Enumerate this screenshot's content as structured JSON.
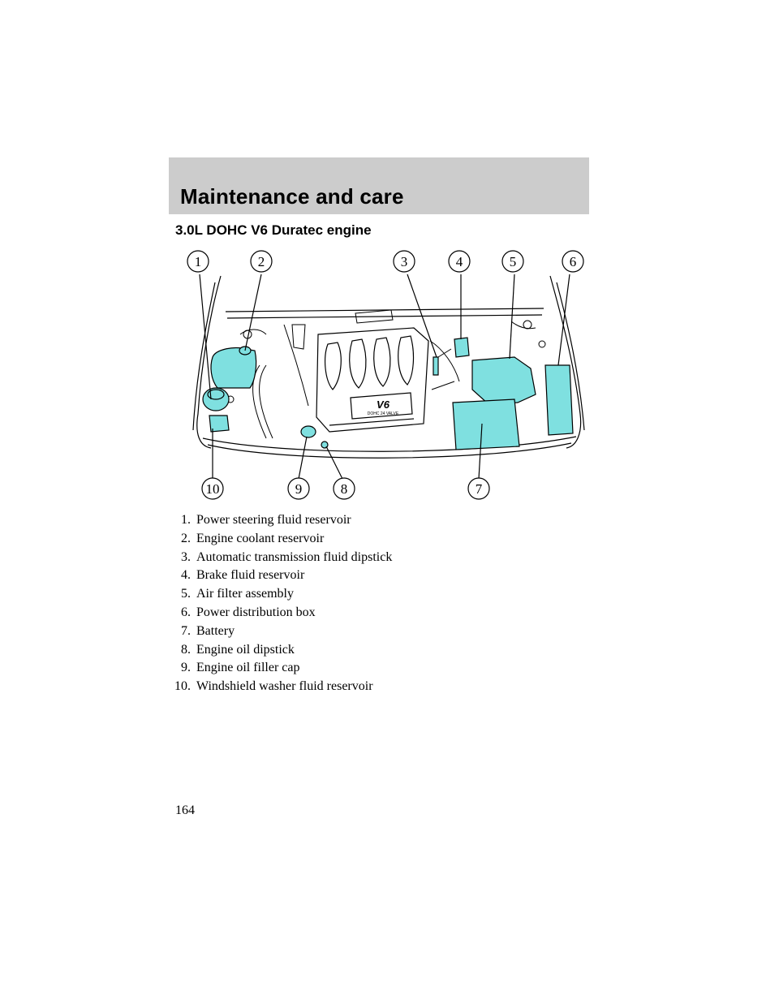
{
  "header": {
    "section_title": "Maintenance and care",
    "band_color": "#cccccc"
  },
  "subtitle": "3.0L DOHC V6 Duratec engine",
  "diagram": {
    "highlight_color": "#7fe0e0",
    "line_color": "#000000",
    "callouts_top": [
      "1",
      "2",
      "3",
      "4",
      "5",
      "6"
    ],
    "callouts_bottom": [
      "10",
      "9",
      "8",
      "7"
    ],
    "engine_badge": "V6",
    "engine_badge_sub": "DOHC 24 VALVE"
  },
  "legend": [
    {
      "num": "1.",
      "label": "Power steering fluid reservoir"
    },
    {
      "num": "2.",
      "label": "Engine coolant reservoir"
    },
    {
      "num": "3.",
      "label": "Automatic transmission fluid dipstick"
    },
    {
      "num": "4.",
      "label": "Brake fluid reservoir"
    },
    {
      "num": "5.",
      "label": "Air filter assembly"
    },
    {
      "num": "6.",
      "label": "Power distribution box"
    },
    {
      "num": "7.",
      "label": "Battery"
    },
    {
      "num": "8.",
      "label": "Engine oil dipstick"
    },
    {
      "num": "9.",
      "label": "Engine oil filler cap"
    },
    {
      "num": "10.",
      "label": "Windshield washer fluid reservoir"
    }
  ],
  "page_number": "164"
}
